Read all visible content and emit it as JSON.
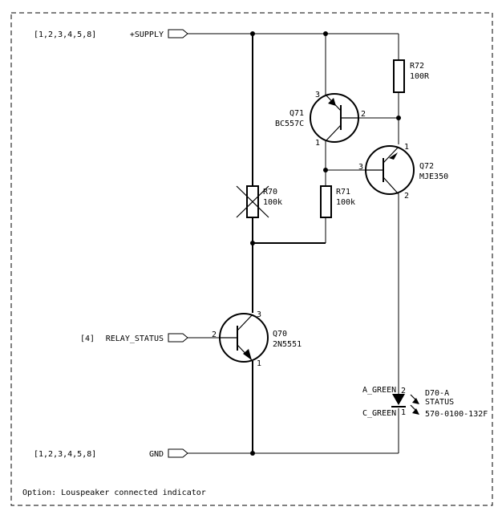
{
  "ports": {
    "supply_refs": "[1,2,3,4,5,8]",
    "supply": "+SUPPLY",
    "relay_refs": "[4]",
    "relay_status": "RELAY_STATUS",
    "gnd_refs": "[1,2,3,4,5,8]",
    "gnd": "GND"
  },
  "components": {
    "r72": {
      "ref": "R72",
      "value": "100R"
    },
    "q71": {
      "ref": "Q71",
      "value": "BC557C",
      "pin3": "3",
      "pin2": "2",
      "pin1": "1"
    },
    "q72": {
      "ref": "Q72",
      "value": "MJE350",
      "pin1": "1",
      "pin3": "3",
      "pin2": "2"
    },
    "r70": {
      "ref": "R70",
      "value": "100k"
    },
    "r71": {
      "ref": "R71",
      "value": "100k"
    },
    "q70": {
      "ref": "Q70",
      "value": "2N5551",
      "pin3": "3",
      "pin2": "2",
      "pin1": "1"
    },
    "d70": {
      "ref": "D70-A",
      "value": "STATUS",
      "part": "570-0100-132F",
      "anode_label": "A_GREEN",
      "cathode_label": "C_GREEN",
      "pin2": "2",
      "pin1": "1"
    }
  },
  "note": "Option: Louspeaker connected indicator"
}
